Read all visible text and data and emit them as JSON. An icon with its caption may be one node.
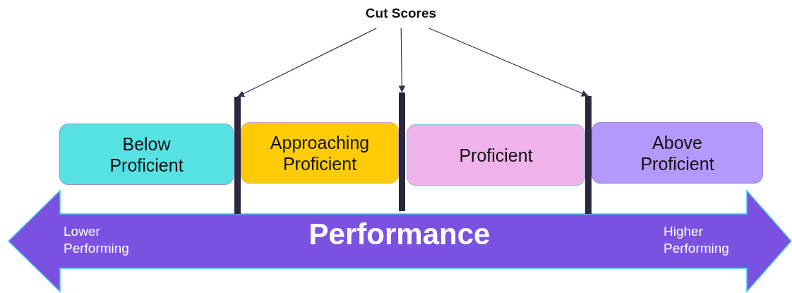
{
  "diagram": {
    "nodes": [
      {
        "text": [
          "Cut Scores"
        ]
      },
      {
        "text": [],
        "shape": "bar"
      },
      {
        "text": [],
        "shape": "bar"
      },
      {
        "text": [],
        "shape": "bar"
      },
      {
        "text": [
          "Below Proficient"
        ]
      },
      {
        "text": [
          "Approaching Proficient"
        ]
      },
      {
        "text": [
          "Proficient"
        ]
      },
      {
        "text": [
          "Above Proficient"
        ]
      },
      {
        "text": [
          "Lower Performing",
          "Performance",
          "Higher Performing"
        ]
      }
    ],
    "edges": [
      {
        "from": 0,
        "to": 1,
        "arrow": "to"
      },
      {
        "from": 0,
        "to": 2,
        "arrow": "to"
      },
      {
        "from": 0,
        "to": 3,
        "arrow": "to"
      }
    ]
  }
}
